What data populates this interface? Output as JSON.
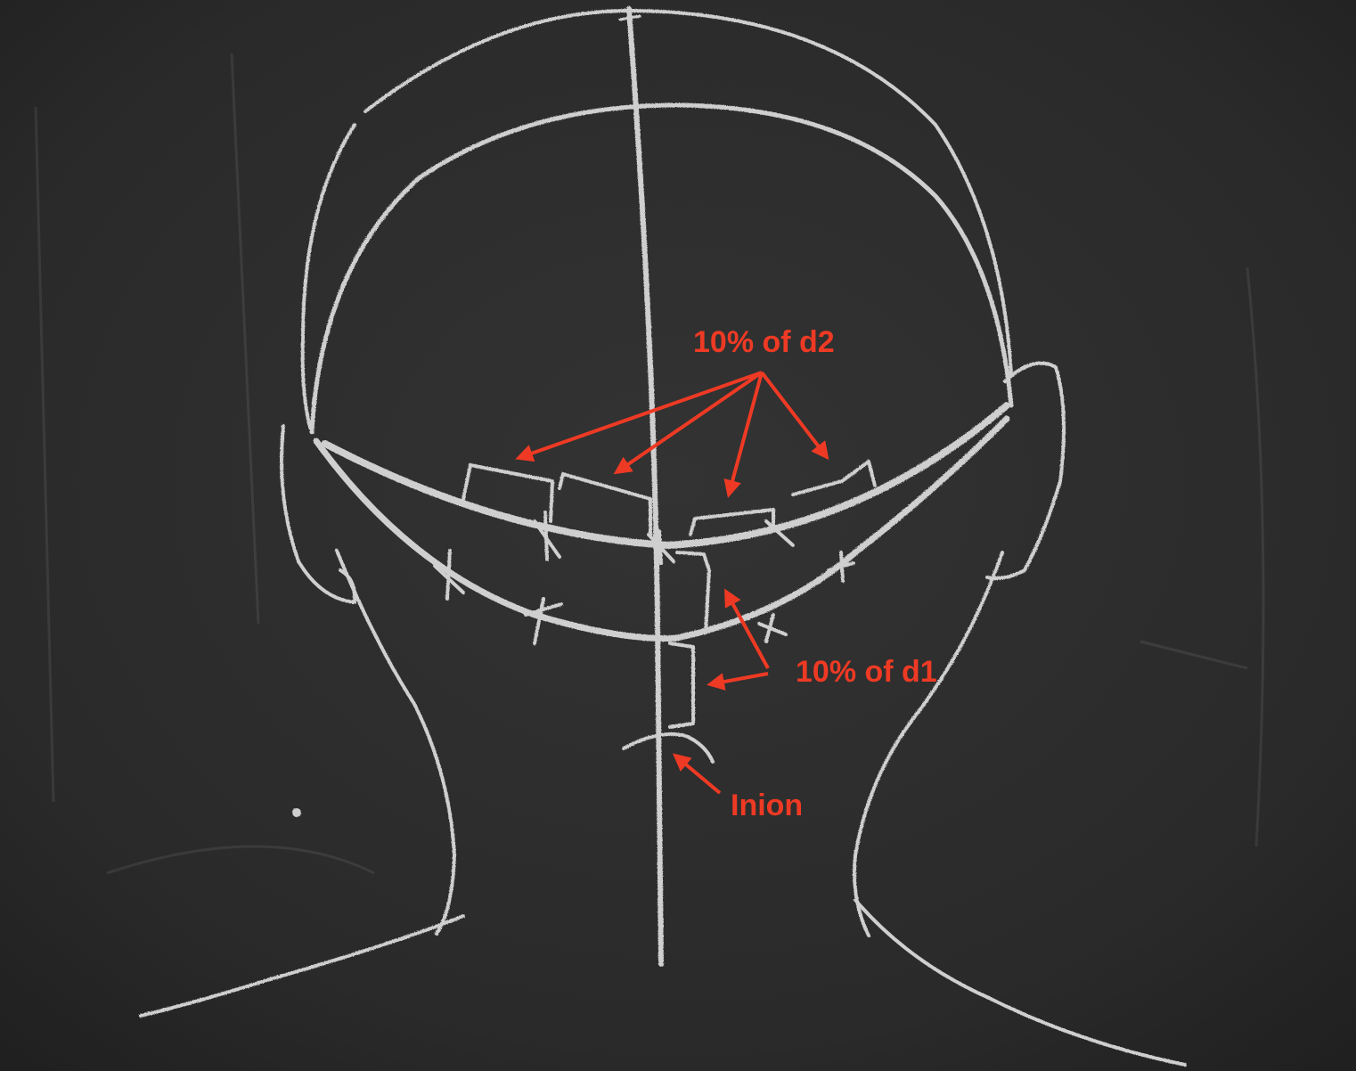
{
  "diagram": {
    "labels": {
      "d2": "10% of d2",
      "d1": "10% of d1",
      "inion": "Inion"
    },
    "colors": {
      "chalk": "#cfcfcf",
      "annotation": "#ee3a24",
      "board": "#2a2a2a"
    }
  }
}
